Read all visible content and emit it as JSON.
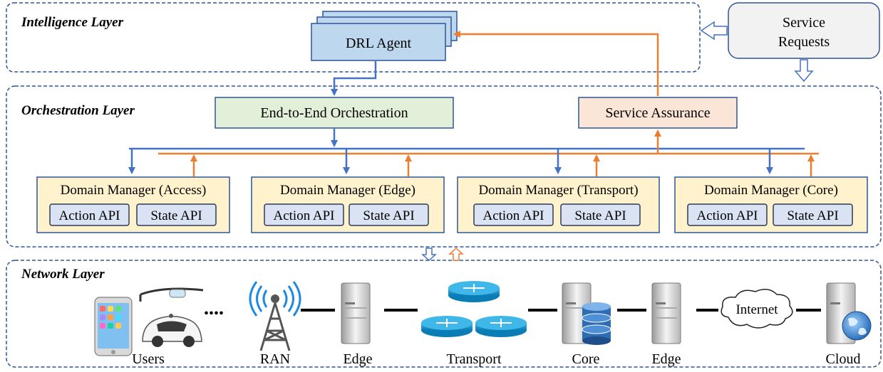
{
  "layers": {
    "intelligence": "Intelligence Layer",
    "orchestration": "Orchestration Layer",
    "network": "Network Layer"
  },
  "service_requests": {
    "line1": "Service",
    "line2": "Requests"
  },
  "drl_agent": "DRL Agent",
  "e2e_orchestration": "End-to-End Orchestration",
  "service_assurance": "Service Assurance",
  "domain_managers": [
    {
      "title": "Domain Manager (Access)",
      "action": "Action API",
      "state": "State API"
    },
    {
      "title": "Domain Manager (Edge)",
      "action": "Action API",
      "state": "State API"
    },
    {
      "title": "Domain Manager (Transport)",
      "action": "Action API",
      "state": "State API"
    },
    {
      "title": "Domain Manager (Core)",
      "action": "Action API",
      "state": "State API"
    }
  ],
  "network_nodes": [
    "Users",
    "RAN",
    "Edge",
    "Transport",
    "Core",
    "Edge",
    "Cloud"
  ],
  "ellipsis": "....",
  "internet": "Internet",
  "colors": {
    "blue_arrow": "#4472c4",
    "orange_arrow": "#ed7d31",
    "dashed_border": "#2f5597",
    "drl_fill": "#bdd7ee",
    "e2e_fill": "#e2f0d9",
    "assurance_fill": "#fbe5d6",
    "dm_fill": "#fff2cc",
    "api_fill": "#dae3f3",
    "service_fill": "#f2f2f2"
  }
}
